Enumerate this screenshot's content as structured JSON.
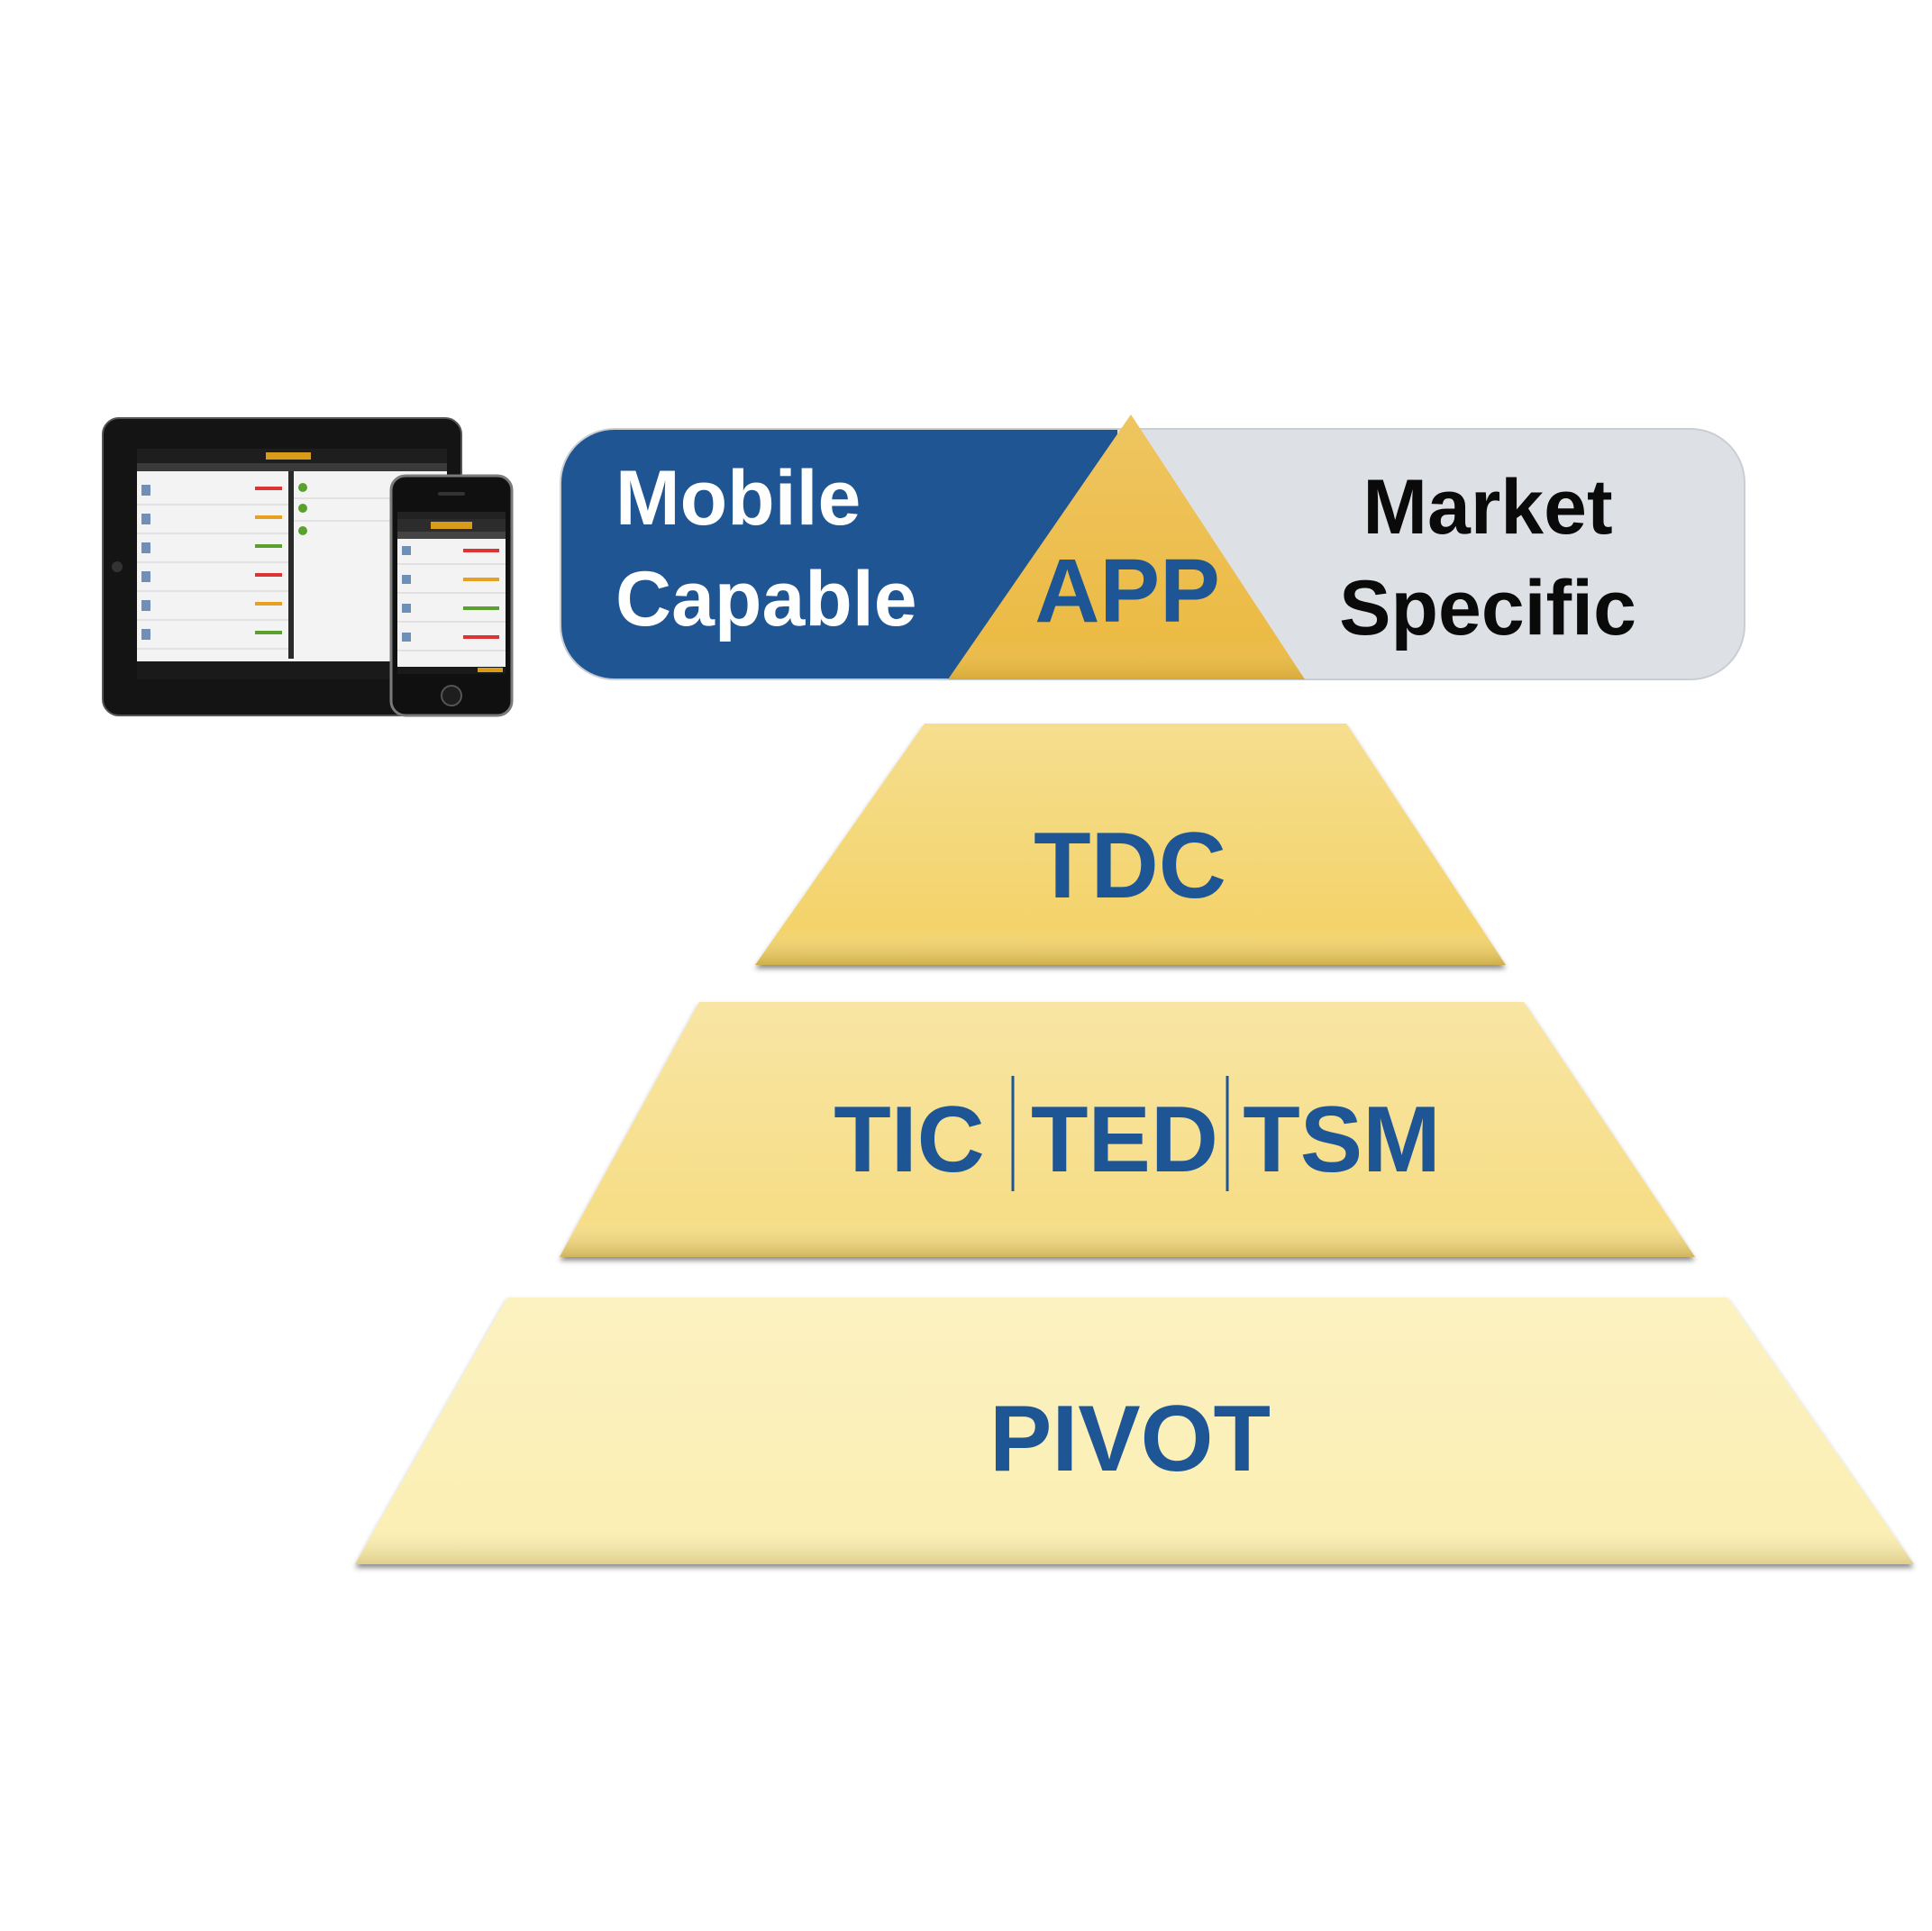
{
  "colors": {
    "navy": "#1f5592",
    "gold": "#ecbb45",
    "light_gray": "#dde1e5",
    "tier1": "#f3d36a",
    "tier2": "#f6dd86",
    "tier3": "#fbefb4",
    "label_blue": "#1d5595"
  },
  "banner": {
    "left": [
      "Mobile",
      "Capable"
    ],
    "center": "APP",
    "right": [
      "Market",
      "Specific"
    ]
  },
  "pyramid": {
    "top": "TDC",
    "middle": [
      "TIC",
      "TED",
      "TSM"
    ],
    "base": "PIVOT"
  },
  "devices": {
    "tablet_icon": "tablet-icon",
    "phone_icon": "smartphone-icon",
    "phone_title": "Pivot Field"
  }
}
